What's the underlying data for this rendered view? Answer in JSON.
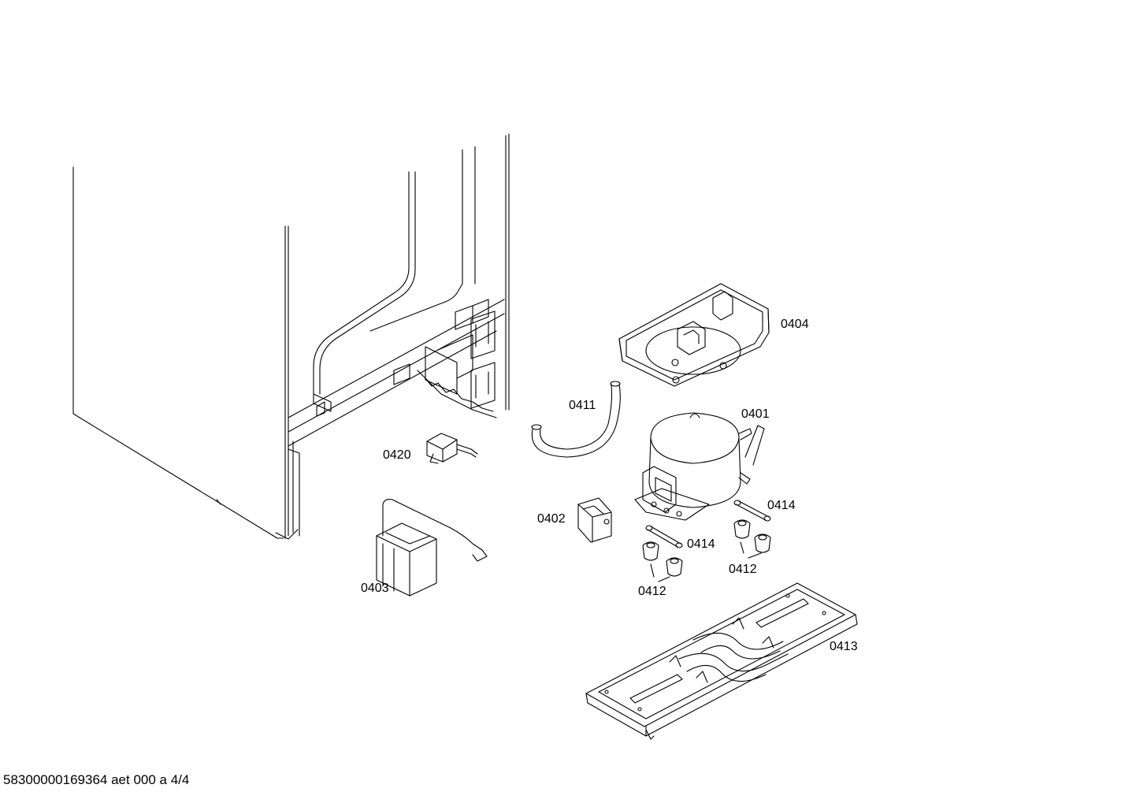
{
  "diagram": {
    "parts": [
      {
        "id": "p0404",
        "label": "0404"
      },
      {
        "id": "p0411",
        "label": "0411"
      },
      {
        "id": "p0401",
        "label": "0401"
      },
      {
        "id": "p0420",
        "label": "0420"
      },
      {
        "id": "p0414a",
        "label": "0414"
      },
      {
        "id": "p0402",
        "label": "0402"
      },
      {
        "id": "p0414b",
        "label": "0414"
      },
      {
        "id": "p0412a",
        "label": "0412"
      },
      {
        "id": "p0403",
        "label": "0403"
      },
      {
        "id": "p0412b",
        "label": "0412"
      },
      {
        "id": "p0413",
        "label": "0413"
      }
    ]
  },
  "footer": {
    "document_ref": "58300000169364 aet 000 a 4/4"
  }
}
